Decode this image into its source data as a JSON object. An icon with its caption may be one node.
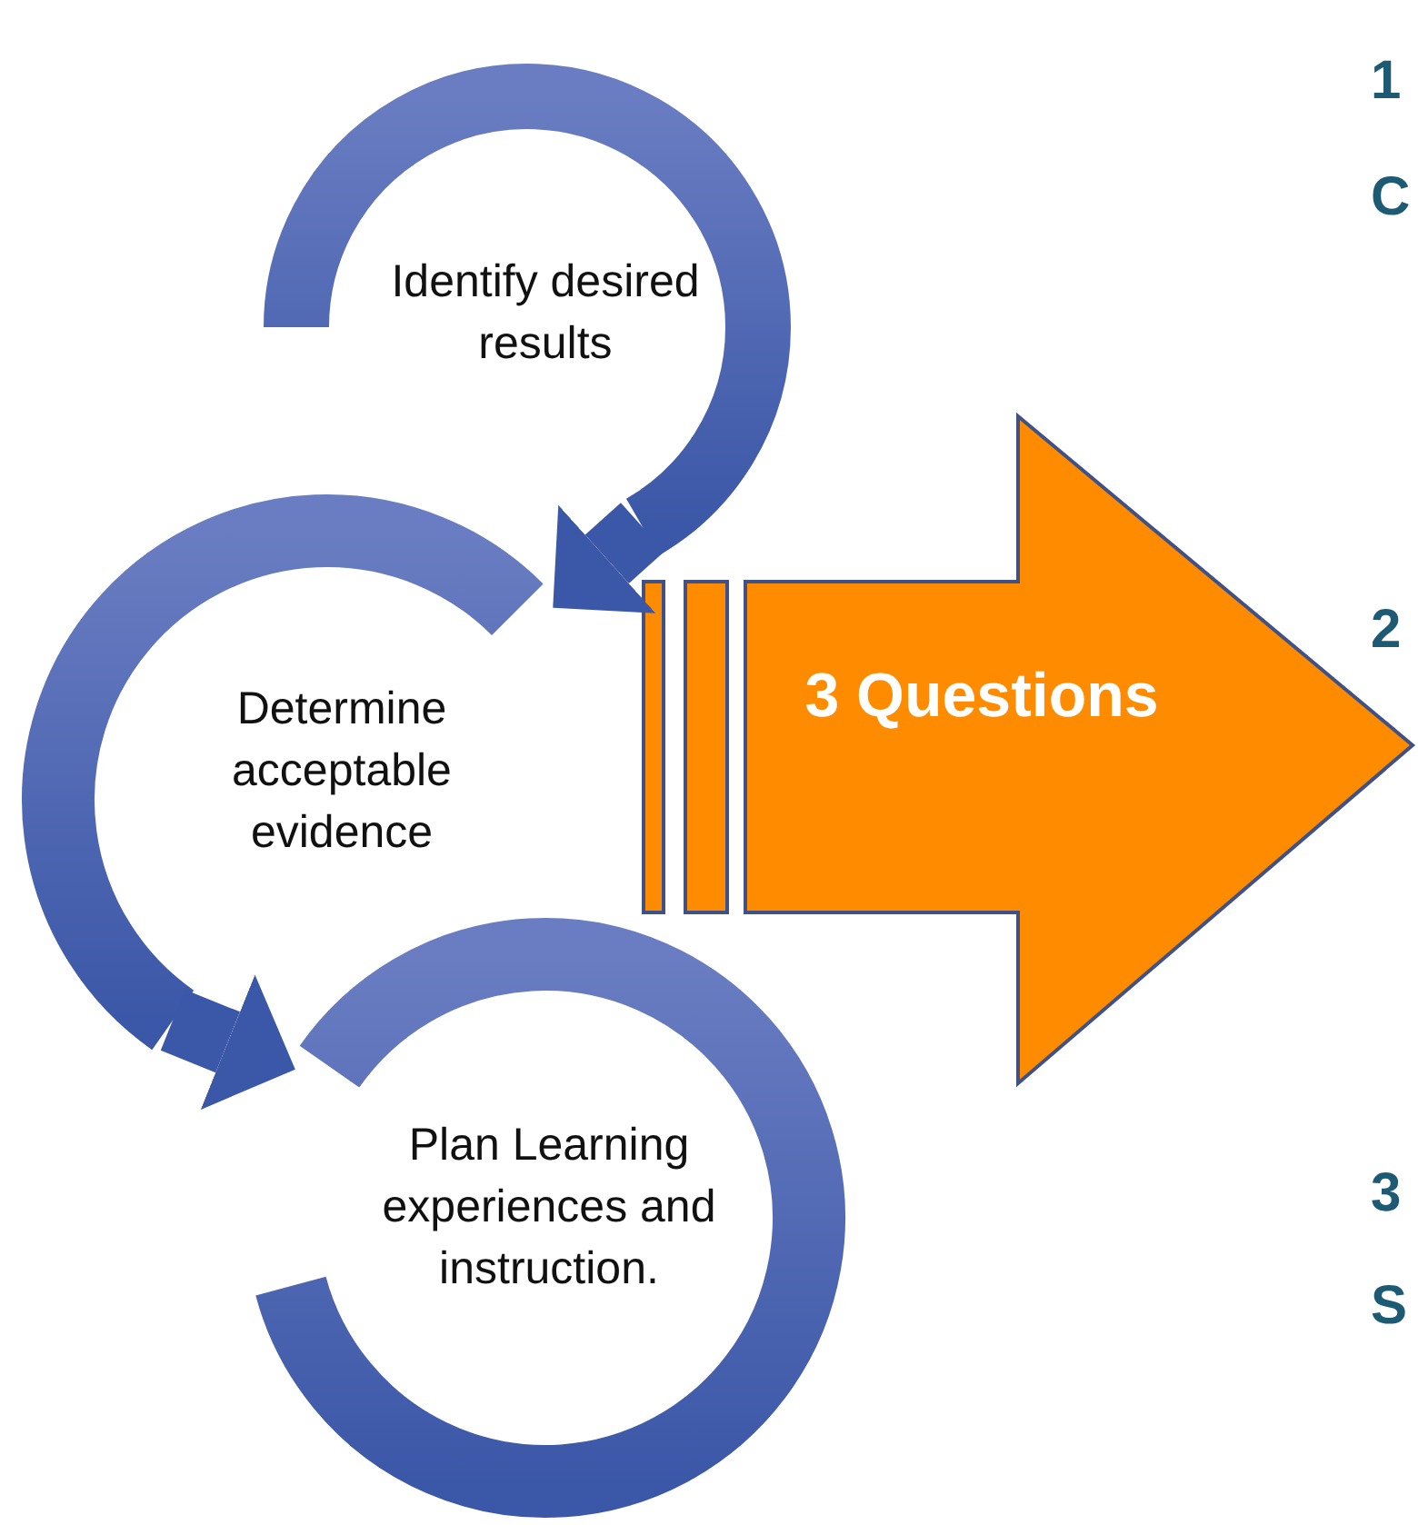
{
  "diagram": {
    "nodes": [
      {
        "text": [
          "Identify desired results"
        ]
      },
      {
        "text": [
          "Determine acceptable evidence"
        ]
      },
      {
        "text": [
          "Plan Learning experiences and instruction."
        ]
      },
      {
        "text": [
          "3 Questions"
        ]
      }
    ],
    "edges": [
      {
        "from": 0,
        "to": 1,
        "arrow": "to"
      },
      {
        "from": 1,
        "to": 2,
        "arrow": "to"
      }
    ],
    "labels": [
      "1",
      "C",
      "2",
      "3",
      "S"
    ]
  }
}
